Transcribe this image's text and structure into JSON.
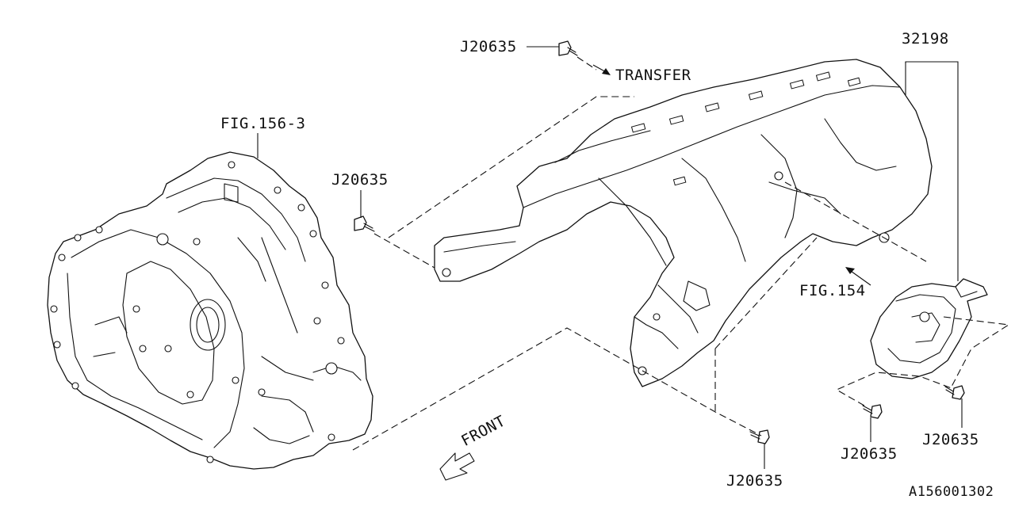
{
  "labels": {
    "bolt_top": "J20635",
    "transfer": "TRANSFER",
    "part_32198": "32198",
    "fig_156_3": "FIG.156-3",
    "bolt_left": "J20635",
    "fig_154": "FIG.154",
    "bolt_bottom_center": "J20635",
    "bolt_bottom_right_a": "J20635",
    "bolt_bottom_right_b": "J20635",
    "front": "FRONT",
    "diagram_code": "A156001302"
  },
  "colors": {
    "line": "#111111",
    "background": "#ffffff"
  }
}
